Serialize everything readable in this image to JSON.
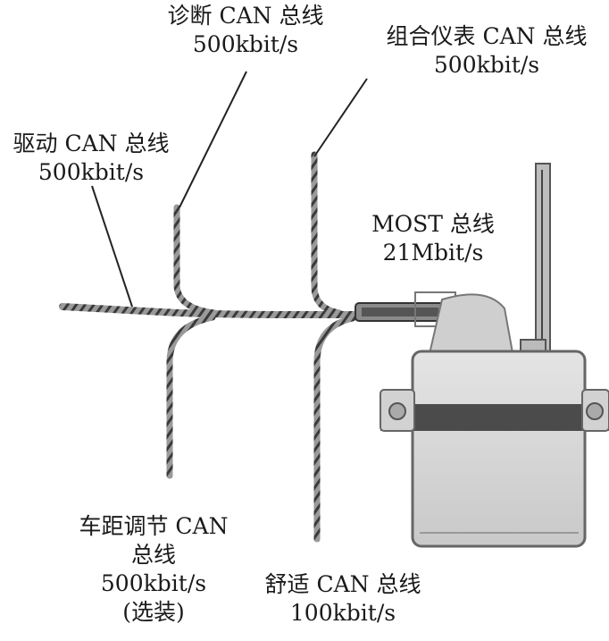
{
  "labels": {
    "diagnostic": {
      "name": "诊断 CAN 总线",
      "rate": "500kbit/s"
    },
    "instrument": {
      "name": "组合仪表 CAN 总线",
      "rate": "500kbit/s"
    },
    "drive": {
      "name": "驱动 CAN 总线",
      "rate": "500kbit/s"
    },
    "most": {
      "name": "MOST 总线",
      "rate": "21Mbit/s"
    },
    "distance": {
      "name_line1": "车距调节 CAN",
      "name_line2": "总线",
      "rate": "500kbit/s",
      "note": "(选装)"
    },
    "comfort": {
      "name": "舒适 CAN 总线",
      "rate": "100kbit/s"
    }
  }
}
